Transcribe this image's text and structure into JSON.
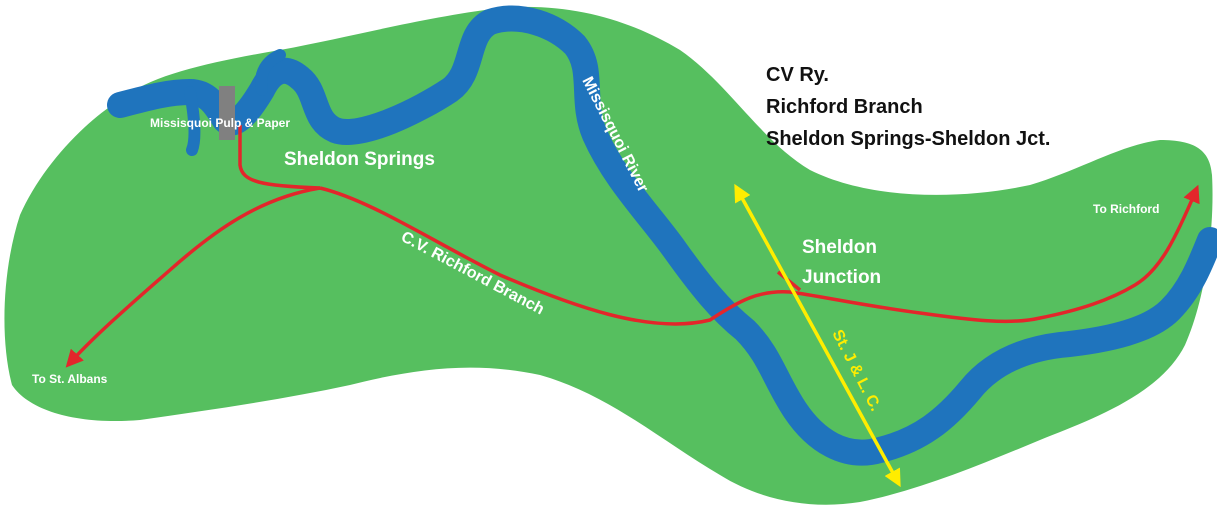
{
  "title": {
    "line1": "CV Ry.",
    "line2": "Richford Branch",
    "line3": "Sheldon Springs-Sheldon Jct."
  },
  "places": {
    "sheldon_springs": "Sheldon Springs",
    "sheldon_junction_line1": "Sheldon",
    "sheldon_junction_line2": "Junction",
    "mill": "Missisquoi Pulp & Paper",
    "to_st_albans": "To St. Albans",
    "to_richford": "To Richford"
  },
  "river": {
    "name": "Missisquoi  River"
  },
  "railroads": {
    "cv_richford_branch": "C.V. Richford Branch",
    "st_j_lc": "St. J & L. C."
  },
  "colors": {
    "land": "#56bf5f",
    "river": "#1f74bd",
    "cv_line": "#e3262b",
    "stj_line": "#ffed00",
    "mill": "#808080",
    "title_text": "#111111",
    "label_text": "#ffffff"
  }
}
